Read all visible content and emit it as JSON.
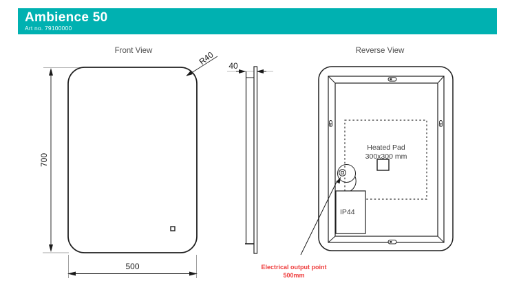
{
  "header": {
    "title": "Ambience 50",
    "art_no": "Art no. 79100000",
    "bg_color": "#00b1b1"
  },
  "views": {
    "front": {
      "label": "Front View",
      "height_mm": "700",
      "width_mm": "500",
      "corner_radius": "R40",
      "features": [
        "touch-sensor"
      ]
    },
    "side": {
      "depth_mm": "40"
    },
    "reverse": {
      "label": "Reverse View",
      "heated_pad_label": "Heated Pad",
      "heated_pad_size": "300x300 mm",
      "ip_rating": "IP44",
      "features": [
        "keyhole-top",
        "keyhole-bottom",
        "hanger-left",
        "hanger-right",
        "junction-box",
        "cable-coil"
      ]
    }
  },
  "annotation": {
    "line1": "Electrical output point",
    "line2": "500mm",
    "color": "#ee3b3b"
  }
}
